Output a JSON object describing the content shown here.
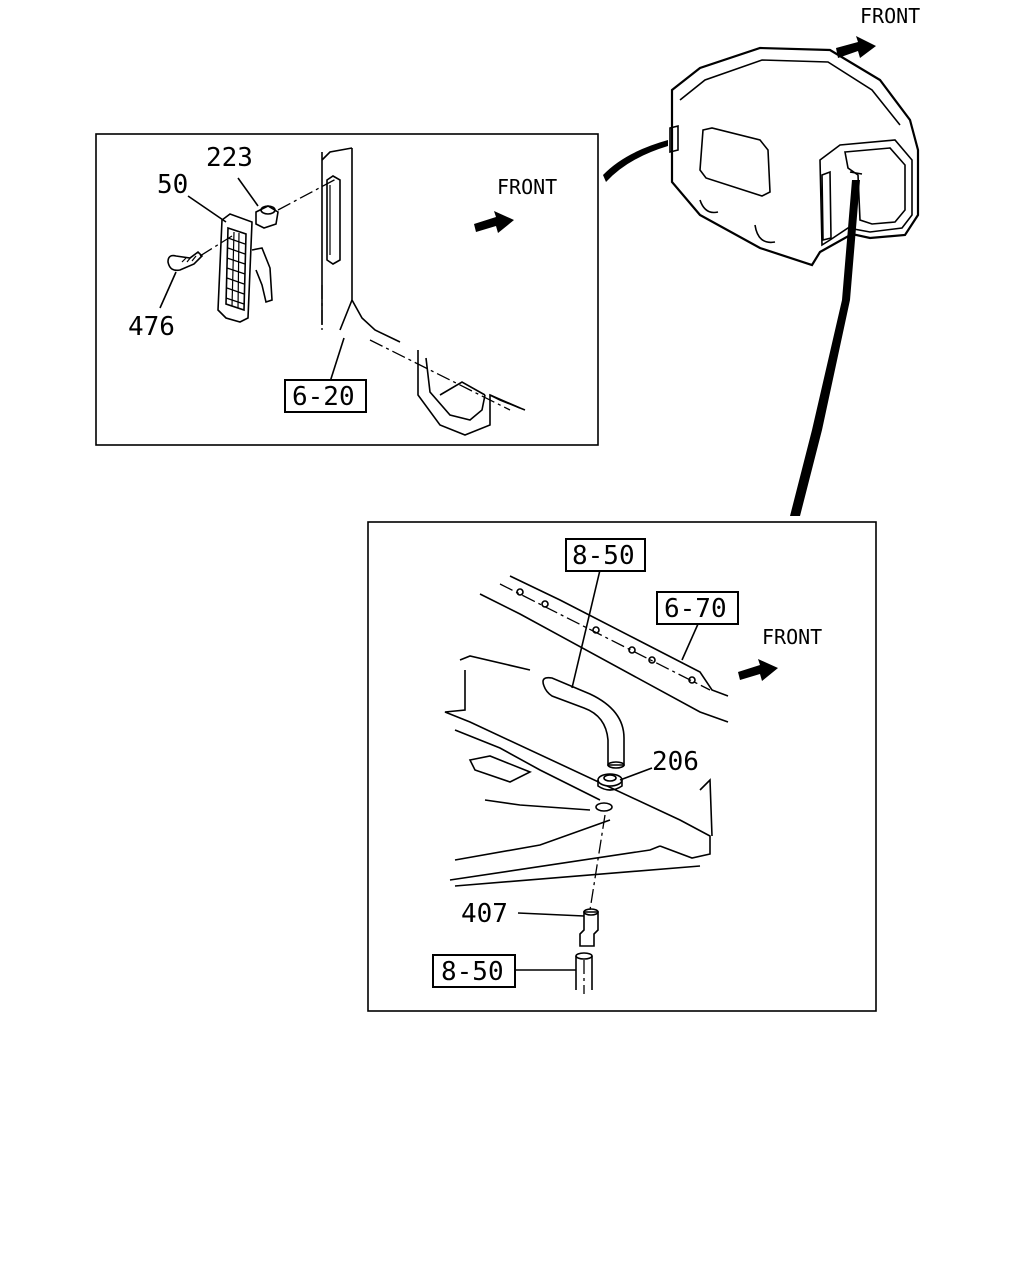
{
  "diagram": {
    "front_labels": [
      "FRONT",
      "FRONT",
      "FRONT"
    ],
    "upper_detail": {
      "callouts": [
        "223",
        "50",
        "476"
      ],
      "boxed_refs": [
        "6-20"
      ]
    },
    "lower_detail": {
      "callouts": [
        "206",
        "407"
      ],
      "boxed_refs": [
        "8-50",
        "6-70",
        "8-50"
      ]
    }
  }
}
